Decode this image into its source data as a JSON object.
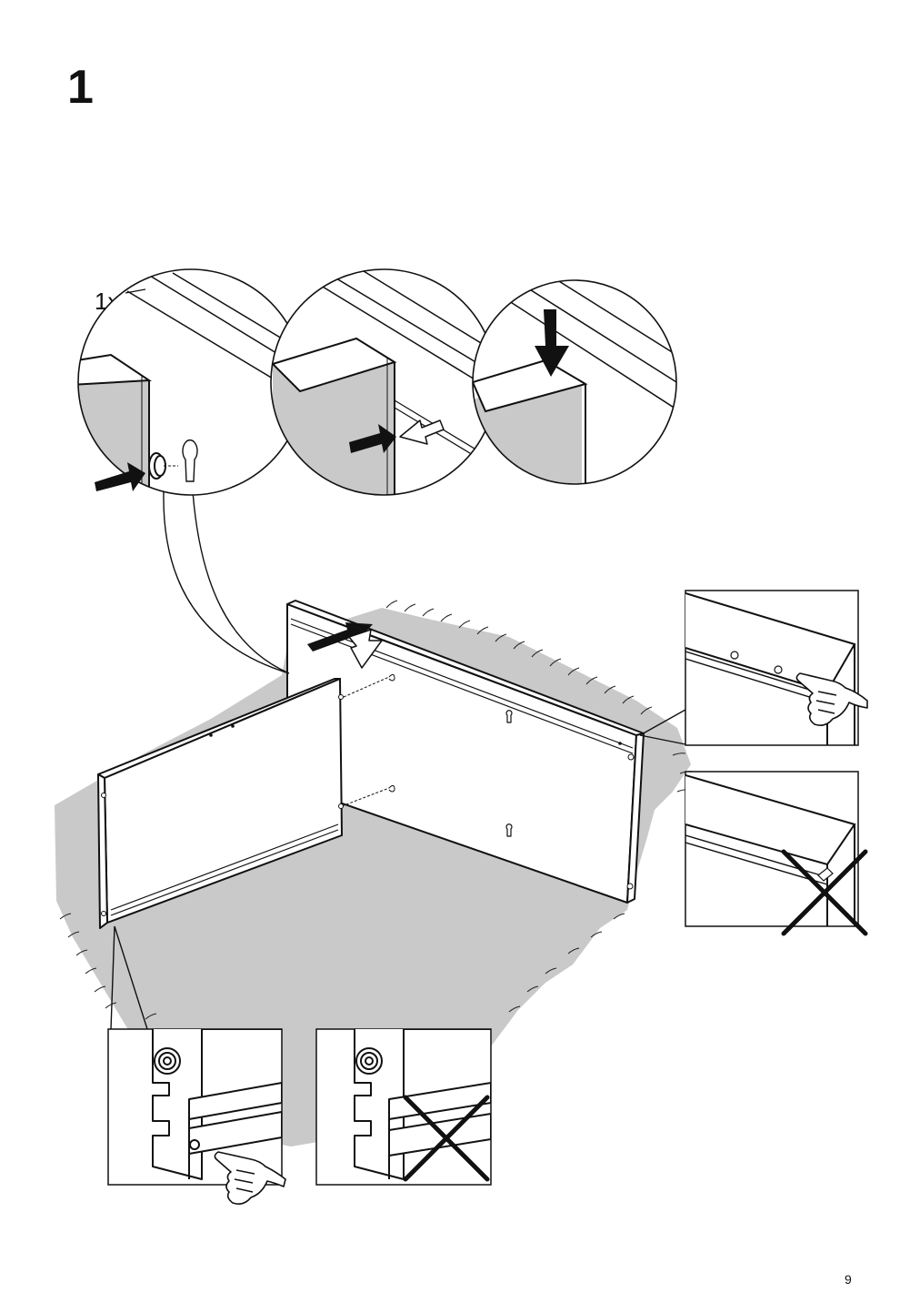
{
  "step": {
    "number": "1"
  },
  "quantity_label": "1x",
  "page": {
    "number": "9"
  },
  "colors": {
    "floor": "#c9c9c9",
    "ink": "#111111",
    "paper": "#ffffff"
  },
  "icons": [
    "push-arrow-icon",
    "hollow-arrow-icon",
    "down-arrow-icon",
    "finger-press-icon",
    "cross-out-icon"
  ]
}
